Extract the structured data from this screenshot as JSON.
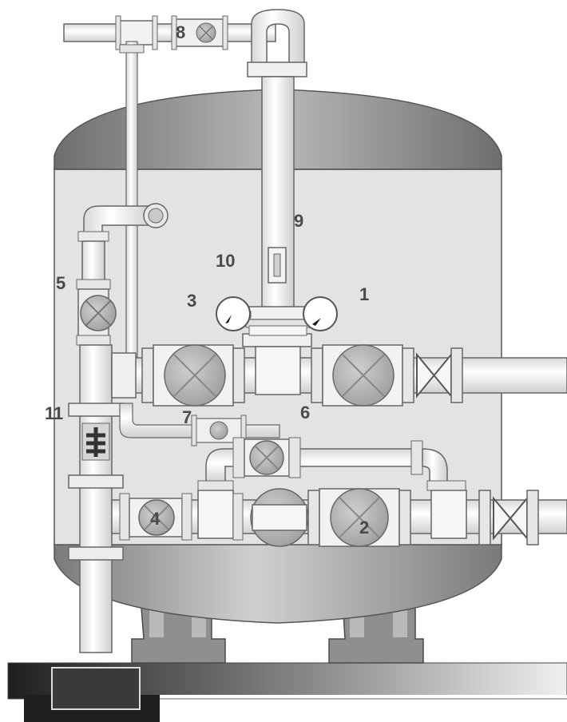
{
  "labels": {
    "l1": "1",
    "l2": "2",
    "l3": "3",
    "l4": "4",
    "l5": "5",
    "l6": "6",
    "l7": "7",
    "l8": "8",
    "l9": "9",
    "l10": "10",
    "l11": "11"
  },
  "colors": {
    "tank_body": "#e4e4e4",
    "tank_dome": "#8a8a8a",
    "pipe": "#f4f4f4",
    "pipe_stroke": "#6a6a6a",
    "valve_ball": "#b5b5b5",
    "base_dark": "#2a2a2a",
    "foot": "#8c8c8c"
  }
}
